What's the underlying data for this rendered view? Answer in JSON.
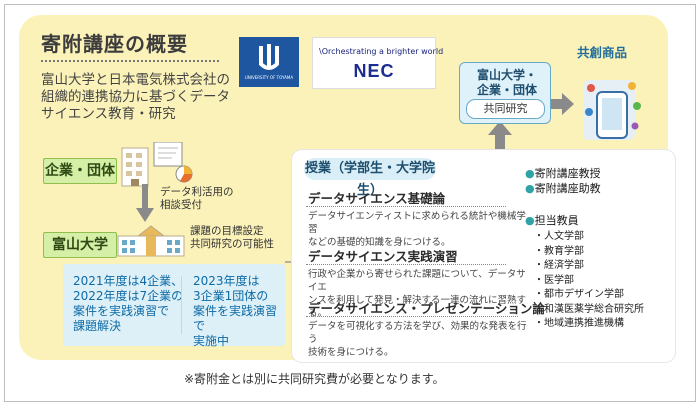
{
  "title": "寄附講座の概要",
  "description": [
    "富山大学と日本電気株式会社の",
    "組織的連携協力に基づくデータ",
    "サイエンス教育・研究"
  ],
  "logos": {
    "toyama_text": "UNIVERSITY OF TOYAMA",
    "nec_tagline": "\\Orchestrating a brighter world",
    "nec_name": "NEC"
  },
  "left": {
    "company_label": "企業・団体",
    "data_label": [
      "データ利活用の",
      "相談受付"
    ],
    "univ_label": "富山大学",
    "task_label": [
      "課題の目標設定",
      "共同研究の可能性"
    ]
  },
  "results": {
    "col1": [
      "2021年度は4企業、",
      "2022年度は7企業の",
      "案件を実践演習で",
      "課題解決"
    ],
    "col2": [
      "2023年度は",
      "3企業1団体の",
      "案件を実践演習で",
      "実施中"
    ]
  },
  "outcome": {
    "title": [
      "富山大学・",
      "企業・団体"
    ],
    "joint": "共同研究",
    "co_creation": "共創商品"
  },
  "course": {
    "header": "授業（学部生・大学院生）",
    "subjects": [
      {
        "title": "データサイエンス基礎論",
        "text": [
          "データサイエンティストに求められる統計や機械学習",
          "などの基礎的知識を身につける。"
        ]
      },
      {
        "title": "データサイエンス実践演習",
        "text": [
          "行政や企業から寄せられた課題について、データサイエ",
          "ンスを利用して発見・解決する一連の流れに習熟する。"
        ]
      },
      {
        "title": "データサイエンス・プレゼンテーション論",
        "text": [
          "データを可視化する方法を学び、効果的な発表を行う",
          "技術を身につける。"
        ]
      }
    ]
  },
  "staff": {
    "prof": "寄附講座教授",
    "assoc": "寄附講座助教",
    "teachers": "担当教員",
    "faculties": [
      "人文学部",
      "教育学部",
      "経済学部",
      "医学部",
      "都市デザイン学部",
      "和漢医薬学総合研究所",
      "地域連携推進機構"
    ]
  },
  "footnote": "※寄附金とは別に共同研究費が必要となります。",
  "colors": {
    "panel": "#fbf2b9",
    "label": "#d6efa6",
    "accent_blue": "#1e56a0",
    "info_blue": "#ddf0f8"
  }
}
